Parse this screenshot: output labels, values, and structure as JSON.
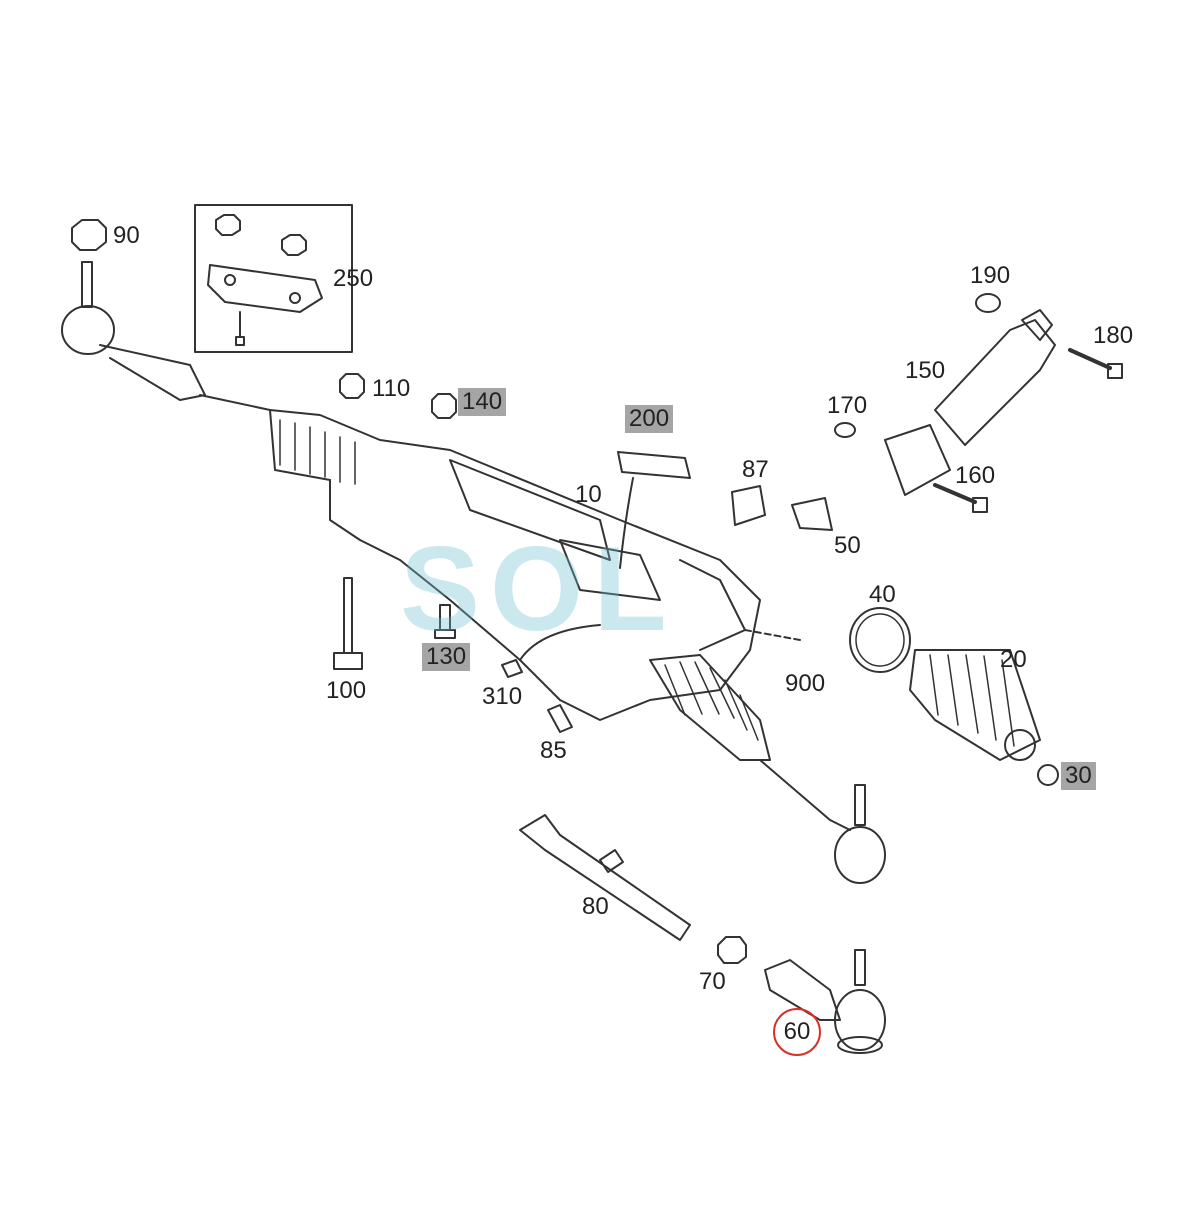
{
  "watermark": {
    "text": "SOL",
    "color": "#6ebed2"
  },
  "callouts": [
    {
      "id": "10",
      "text": "10",
      "style": "plain"
    },
    {
      "id": "20",
      "text": "20",
      "style": "plain"
    },
    {
      "id": "30",
      "text": "30",
      "style": "highlighted"
    },
    {
      "id": "40",
      "text": "40",
      "style": "plain"
    },
    {
      "id": "50",
      "text": "50",
      "style": "plain"
    },
    {
      "id": "60",
      "text": "60",
      "style": "circled"
    },
    {
      "id": "70",
      "text": "70",
      "style": "plain"
    },
    {
      "id": "80",
      "text": "80",
      "style": "plain"
    },
    {
      "id": "85",
      "text": "85",
      "style": "plain"
    },
    {
      "id": "87",
      "text": "87",
      "style": "plain"
    },
    {
      "id": "90",
      "text": "90",
      "style": "plain"
    },
    {
      "id": "100",
      "text": "100",
      "style": "plain"
    },
    {
      "id": "110",
      "text": "110",
      "style": "plain"
    },
    {
      "id": "130",
      "text": "130",
      "style": "highlighted"
    },
    {
      "id": "140",
      "text": "140",
      "style": "highlighted"
    },
    {
      "id": "150",
      "text": "150",
      "style": "plain"
    },
    {
      "id": "160",
      "text": "160",
      "style": "plain"
    },
    {
      "id": "170",
      "text": "170",
      "style": "plain"
    },
    {
      "id": "180",
      "text": "180",
      "style": "plain"
    },
    {
      "id": "190",
      "text": "190",
      "style": "plain"
    },
    {
      "id": "200",
      "text": "200",
      "style": "highlighted"
    },
    {
      "id": "250",
      "text": "250",
      "style": "plain"
    },
    {
      "id": "310",
      "text": "310",
      "style": "plain"
    },
    {
      "id": "900",
      "text": "900",
      "style": "plain"
    }
  ],
  "colors": {
    "line": "#333333",
    "highlight": "#a5a5a5",
    "circle": "#d9302a"
  }
}
